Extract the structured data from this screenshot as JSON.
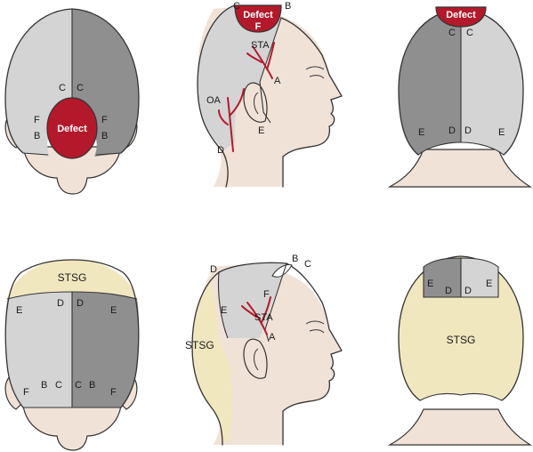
{
  "labels": {
    "defect": "Defect",
    "f": "F",
    "c": "C",
    "b": "B",
    "a": "A",
    "d": "D",
    "e": "E",
    "sta": "STA",
    "oa": "OA",
    "stsg": "STSG"
  },
  "colors": {
    "skin": "#f1e2d8",
    "flap_light": "#d4d4d4",
    "flap_dark": "#8f8f8f",
    "defect": "#b3192a",
    "graft": "#f1e7bf",
    "vessel": "#b3192a"
  },
  "icons": [
    "head-top-view",
    "head-side-view",
    "head-back-view",
    "temporal-artery",
    "occipital-artery"
  ]
}
